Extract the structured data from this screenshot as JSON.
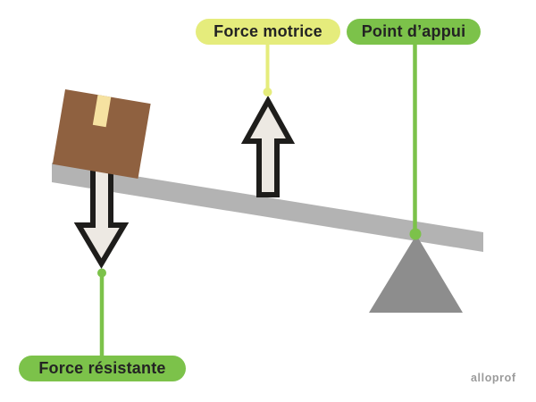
{
  "labels": {
    "force_motrice": "Force motrice",
    "point_appui": "Point d’appui",
    "force_resistante": "Force résistante"
  },
  "watermark": "alloprof",
  "colors": {
    "background": "#FFFFFF",
    "label_yellow": "#E5EC7C",
    "label_green": "#7CC24A",
    "label_text": "#232323",
    "plank": "#B3B3B3",
    "fulcrum": "#8D8D8D",
    "box": "#8F6140",
    "tape": "#F6E2A1",
    "arrow_fill": "#EDE9E3",
    "arrow_outline": "#1E1D1B",
    "watermark_text": "#9B9B9B"
  }
}
